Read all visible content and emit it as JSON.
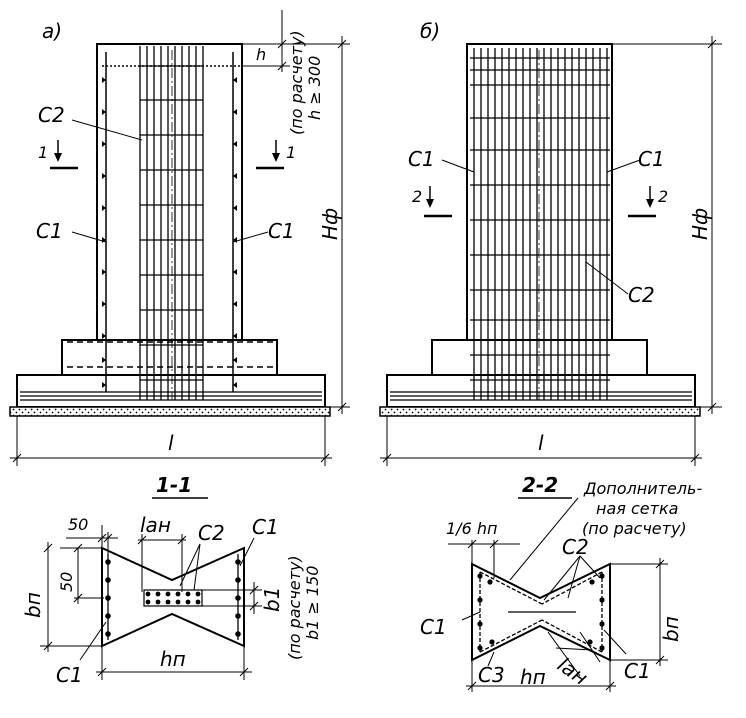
{
  "panel_a": {
    "letter": "а)",
    "label_h": "h",
    "note_line1": "(по расчету)",
    "note_line2": "h ≥ 300",
    "label_c2": "C2",
    "label_c1_left": "C1",
    "label_c1_right": "C1",
    "section_num_left": "1",
    "section_num_right": "1",
    "label_hf": "Hф",
    "label_l": "l"
  },
  "panel_b": {
    "letter": "б)",
    "label_c1_left": "C1",
    "label_c1_right": "C1",
    "label_c2": "C2",
    "section_num_left": "2",
    "section_num_right": "2",
    "label_hf": "Hф",
    "label_l": "l"
  },
  "section_1": {
    "title": "1-1",
    "dim_50_top": "50",
    "dim_50_side": "50",
    "label_lan": "lан",
    "label_c2": "C2",
    "label_c1_top": "C1",
    "label_c1_bottom": "C1",
    "label_bn": "bп",
    "label_b1": "b1",
    "label_hn": "hп",
    "note_line1": "(по расчету)",
    "note_line2": "b1 ≥ 150"
  },
  "section_2": {
    "title": "2-2",
    "label_one_sixth": "1/6 hп",
    "note_line1": "Дополнитель-",
    "note_line2": "ная сетка",
    "note_line3": "(по расчету)",
    "label_c2": "C2",
    "label_c1_left": "C1",
    "label_c1_right": "C1",
    "label_c3": "C3",
    "label_hn": "hп",
    "label_lan": "lан",
    "label_bn": "bп"
  }
}
